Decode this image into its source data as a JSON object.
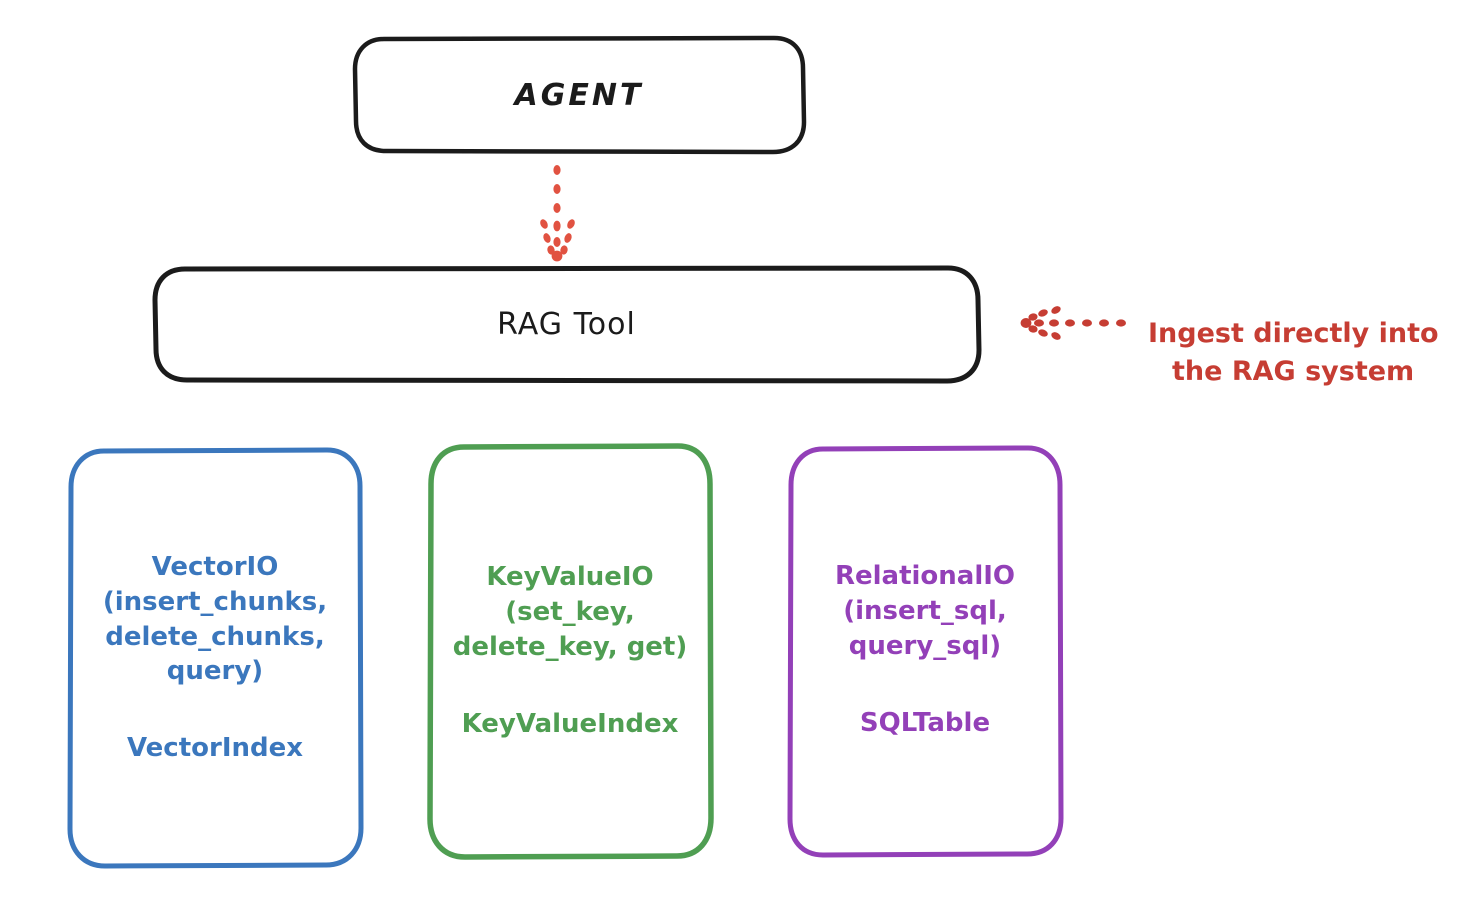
{
  "diagram": {
    "title_node": {
      "id": "agent",
      "label": "AGENT"
    },
    "tool_node": {
      "id": "rag-tool",
      "label": "RAG Tool"
    },
    "annotation": {
      "line1": "Ingest directly into",
      "line2": "the RAG system",
      "color": "#c63d33",
      "arrow": "dotted-arrow-left"
    },
    "flow_arrow": {
      "from": "agent",
      "to": "rag-tool",
      "style": "dotted",
      "color": "#e15241",
      "direction": "down"
    },
    "stores": [
      {
        "id": "vector-io",
        "api": "VectorIO\n(insert_chunks,\ndelete_chunks,\nquery)",
        "index": "VectorIndex",
        "color": "#3b77bd"
      },
      {
        "id": "key-value-io",
        "api": "KeyValueIO\n(set_key,\ndelete_key, get)",
        "index": "KeyValueIndex",
        "color": "#4f9e52"
      },
      {
        "id": "relational-io",
        "api": "RelationalIO\n(insert_sql,\nquery_sql)",
        "index": "SQLTable",
        "color": "#9340b8"
      }
    ],
    "palette": {
      "background": "#ffffff",
      "stroke_dark": "#1b1b1b",
      "blue": "#3b77bd",
      "green": "#4f9e52",
      "purple": "#9340b8",
      "red": "#c63d33"
    }
  }
}
